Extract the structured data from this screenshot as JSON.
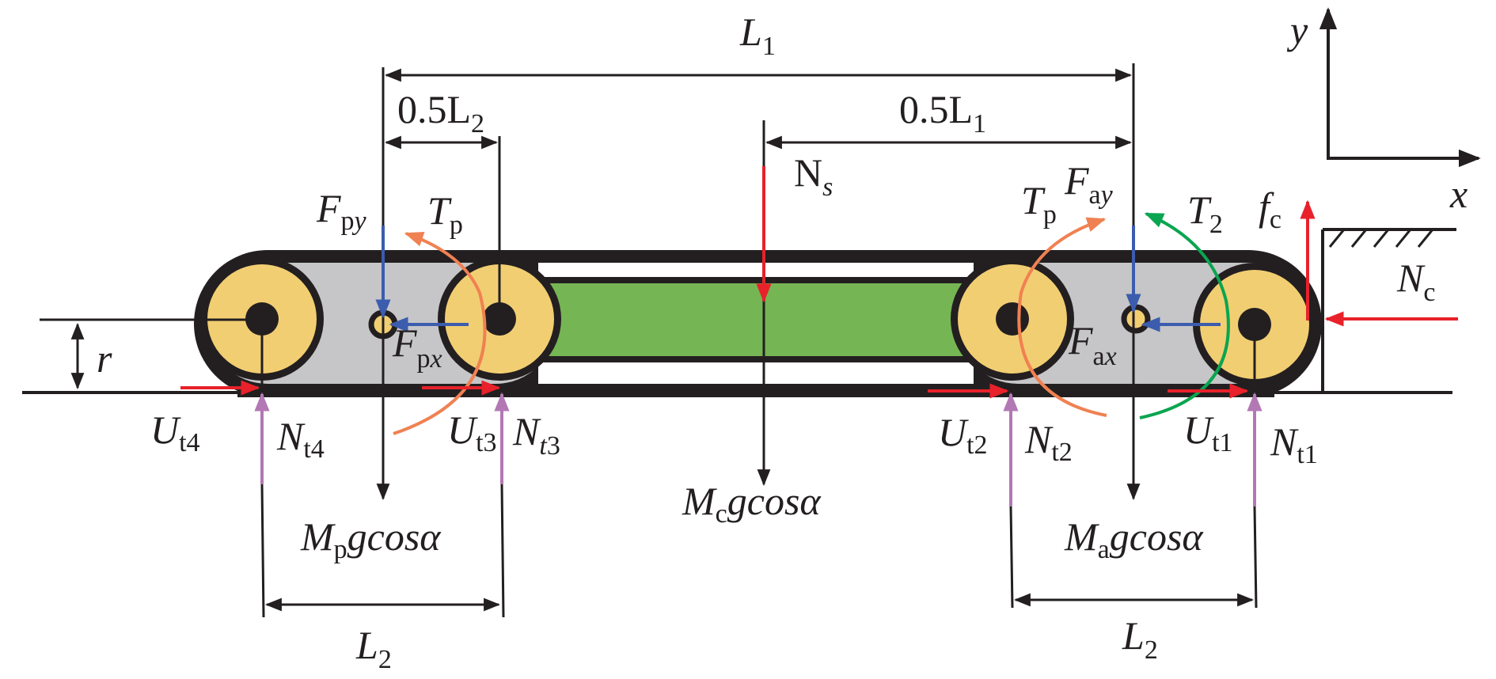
{
  "figure": {
    "title": "Free-body diagram of tracked robot (four wheels, two modules and central body)",
    "colors": {
      "track": "#231f20",
      "wheel": "#f2ce72",
      "module_fill": "#c6c6c8",
      "body_fill": "#76b554",
      "red_force": "#e8212a",
      "blue_force": "#3c5cae",
      "purple_force": "#b278b4",
      "orange_moment": "#f08152",
      "green_moment": "#0aa550"
    },
    "coordinate_axes": {
      "y_label": "y",
      "x_label": "x"
    },
    "dimensions": {
      "L1": {
        "main": "L",
        "sub": "1"
      },
      "half_L2": {
        "main": "0.5L",
        "sub": "2"
      },
      "half_L1": {
        "main": "0.5L",
        "sub": "1"
      },
      "L2_left": {
        "main": "L",
        "sub": "2"
      },
      "L2_right": {
        "main": "L",
        "sub": "2"
      },
      "r": "r"
    },
    "forces": {
      "Ns": {
        "main": "N",
        "sub": "s"
      },
      "Fpy": {
        "main": "F",
        "sub1": "p",
        "sub2": "y"
      },
      "Fpx": {
        "main": "F",
        "sub1": "p",
        "sub2": "x"
      },
      "Tp_left": {
        "main": "T",
        "sub": "p"
      },
      "Tp_right": {
        "main": "T",
        "sub": "p"
      },
      "Fay": {
        "main": "F",
        "sub1": "a",
        "sub2": "y"
      },
      "Fax": {
        "main": "F",
        "sub1": "a",
        "sub2": "x"
      },
      "T2": {
        "main": "T",
        "sub": "2"
      },
      "fc": {
        "main": "f",
        "sub": "c"
      },
      "Nc": {
        "main": "N",
        "sub": "c"
      },
      "Ut4": {
        "main": "U",
        "sub": "t4"
      },
      "Nt4": {
        "main": "N",
        "sub": "t4"
      },
      "Ut3": {
        "main": "U",
        "sub": "t3"
      },
      "Nt3": {
        "main": "N",
        "sub1": "t",
        "sub2": "3"
      },
      "Ut2": {
        "main": "U",
        "sub": "t2"
      },
      "Nt2": {
        "main": "N",
        "sub": "t2"
      },
      "Ut1": {
        "main": "U",
        "sub": "t1"
      },
      "Nt1": {
        "main": "N",
        "sub": "t1"
      }
    },
    "weights": {
      "Mp": {
        "main": "M",
        "sub": "p",
        "tail": "gcosα"
      },
      "Mc": {
        "main": "M",
        "sub": "c",
        "tail": "gcosα"
      },
      "Ma": {
        "main": "M",
        "sub": "a",
        "tail": "gcosα"
      }
    }
  }
}
